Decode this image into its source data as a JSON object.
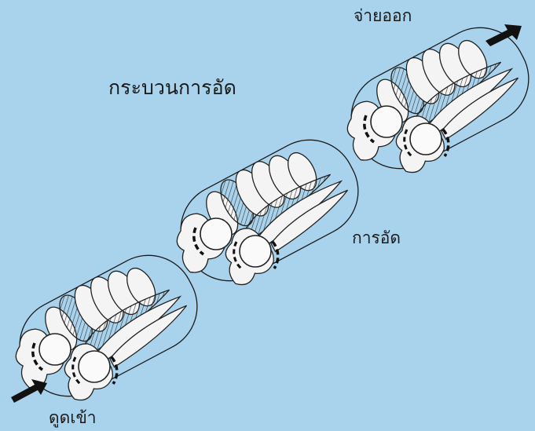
{
  "diagram": {
    "title": "กระบวนการอัด",
    "labels": {
      "discharge": "จ่ายออก",
      "compression": "การอัด",
      "intake": "ดูดเข้า"
    },
    "stages": [
      "intake",
      "compression",
      "discharge"
    ]
  },
  "colors": {
    "background": "#a9d3ec",
    "outline": "#1a1a1a",
    "rotor_fill": "#f4f4f4"
  }
}
